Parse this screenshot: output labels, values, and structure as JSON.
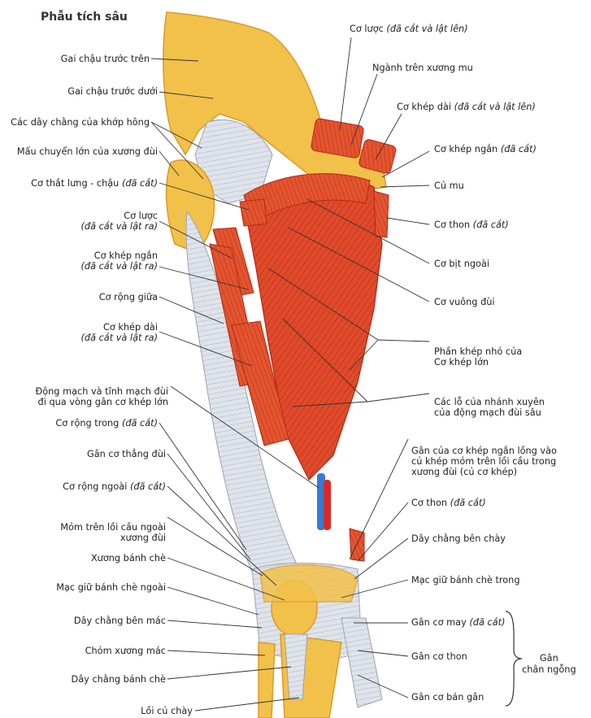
{
  "title": "Phẫu tích sâu",
  "left_labels": [
    {
      "id": "gai-chau-truoc-tren",
      "text": "Gai chậu trước trên",
      "note": ""
    },
    {
      "id": "gai-chau-truoc-duoi",
      "text": "Gai chậu trước dưới",
      "note": ""
    },
    {
      "id": "day-chang-khop-hong",
      "text": "Các dây chằng của khớp hông",
      "note": ""
    },
    {
      "id": "mau-chuyen-lon",
      "text": "Mấu chuyển lớn của xương đùi",
      "note": ""
    },
    {
      "id": "co-that-lung-chau",
      "text": "Cơ thắt lưng - chậu",
      "note": "(đã cắt)"
    },
    {
      "id": "co-luoc-left",
      "text": "Cơ lược",
      "note": "(đã cắt và lật ra)"
    },
    {
      "id": "co-khep-ngan-left",
      "text": "Cơ khép ngắn",
      "note": "(đã cắt và lật ra)"
    },
    {
      "id": "co-rong-giua",
      "text": "Cơ rộng giữa",
      "note": ""
    },
    {
      "id": "co-khep-dai-left",
      "text": "Cơ khép dài",
      "note": "(đã cắt và lật ra)"
    },
    {
      "id": "dong-mach-tinh-mach-dui",
      "text": "Động mạch và tĩnh mạch đùi\nđi qua vòng gân cơ khép lớn",
      "note": ""
    },
    {
      "id": "co-rong-trong",
      "text": "Cơ rộng trong",
      "note": "(đã cắt)"
    },
    {
      "id": "gan-co-thang-dui",
      "text": "Gân cơ thẳng đùi",
      "note": ""
    },
    {
      "id": "co-rong-ngoai",
      "text": "Cơ rộng ngoài",
      "note": "(đã cắt)"
    },
    {
      "id": "mom-tren-loi-cau-ngoai",
      "text": "Mỏm trên lồi cầu ngoài\nxương đùi",
      "note": ""
    },
    {
      "id": "xuong-banh-che",
      "text": "Xương bánh chè",
      "note": ""
    },
    {
      "id": "mac-giu-banh-che-ngoai",
      "text": "Mạc giữ bánh chè ngoài",
      "note": ""
    },
    {
      "id": "day-chang-ben-mac",
      "text": "Dây chằng bên mác",
      "note": ""
    },
    {
      "id": "chom-xuong-mac",
      "text": "Chỏm xương mác",
      "note": ""
    },
    {
      "id": "day-chang-banh-che",
      "text": "Dây chằng bánh chè",
      "note": ""
    },
    {
      "id": "loi-cu-chay",
      "text": "Lồi củ chày",
      "note": ""
    }
  ],
  "right_labels": [
    {
      "id": "co-luoc-right",
      "text": "Cơ lược",
      "note": "(đã cắt và lật lên)"
    },
    {
      "id": "nganh-tren-xuong-mu",
      "text": "Ngành trên xương mu",
      "note": ""
    },
    {
      "id": "co-khep-dai-right",
      "text": "Cơ khép dài",
      "note": "(đã cắt và lật lên)"
    },
    {
      "id": "co-khep-ngan-right",
      "text": "Cơ khép ngắn",
      "note": "(đã cắt)"
    },
    {
      "id": "cu-mu",
      "text": "Củ mu",
      "note": ""
    },
    {
      "id": "co-thon-top",
      "text": "Cơ thon",
      "note": "(đã cắt)"
    },
    {
      "id": "co-bit-ngoai",
      "text": "Cơ bịt ngoài",
      "note": ""
    },
    {
      "id": "co-vuong-dui",
      "text": "Cơ vuông đùi",
      "note": ""
    },
    {
      "id": "phan-khep-nho",
      "text": "Phần khép nhỏ của\nCơ khép lớn",
      "note": ""
    },
    {
      "id": "cac-lo-nhanh-xuyen",
      "text": "Các lỗ của nhánh xuyên\ncủa động mạch đùi sâu",
      "note": ""
    },
    {
      "id": "gan-co-khep-ngan-long",
      "text": "Gân của cơ khép ngắn lồng vào\ncủ khép mỏm trên lồi cầu trong\nxương đùi (củ cơ khép)",
      "note": ""
    },
    {
      "id": "co-thon-mid",
      "text": "Cơ thon",
      "note": "(đã cắt)"
    },
    {
      "id": "day-chang-ben-chay",
      "text": "Dây chằng bên chày",
      "note": ""
    },
    {
      "id": "mac-giu-banh-che-trong",
      "text": "Mạc giữ bánh chè trong",
      "note": ""
    },
    {
      "id": "gan-co-may",
      "text": "Gân cơ may",
      "note": "(đã cắt)"
    },
    {
      "id": "gan-co-thon",
      "text": "Gân cơ thon",
      "note": ""
    },
    {
      "id": "gan-co-ban-gan",
      "text": "Gân cơ bán gân",
      "note": ""
    }
  ],
  "brace_label": "Gân\nchân ngỗng",
  "colors": {
    "bone": "#f2c14a",
    "bone_dark": "#d99a2a",
    "muscle": "#e04a2a",
    "muscle_dark": "#b02a18",
    "tendon": "#d8dde6",
    "artery": "#d82a2a",
    "vein": "#3a7ad0",
    "leader": "#333333"
  }
}
